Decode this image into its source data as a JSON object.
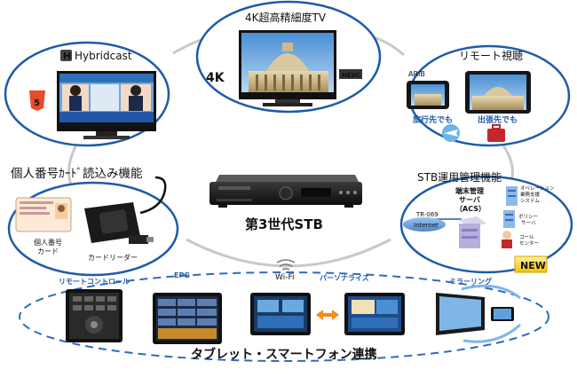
{
  "center": {
    "label": "第3世代STB"
  },
  "tv4k": {
    "title": "4K超高精細度TV",
    "badge": "4K",
    "codec": "HEVC"
  },
  "hybridcast": {
    "logo": "Hybridcast",
    "html5": "5"
  },
  "remote_view": {
    "title": "リモート視聴",
    "arib": "ARIB",
    "travel": "旅行先でも",
    "trip": "出張先でも"
  },
  "mynumber": {
    "title": "個人番号ｶｰﾄﾞ読込み機能",
    "card_label": "個人番号\nカード",
    "card_label_1": "個人番号",
    "card_label_2": "カード",
    "reader_label": "カードリーダー"
  },
  "stb_mgmt": {
    "title": "STB運用管理機能",
    "tr069": "TR-069",
    "internet": "Internet",
    "acs_1": "端末管理",
    "acs_2": "サーバ",
    "acs_3": "（ACS）",
    "ops_1": "オペレーション",
    "ops_2": "業務支援",
    "ops_3": "システム",
    "policy_1": "ポリシー",
    "policy_2": "サーバ",
    "call_1": "コール",
    "call_2": "センター",
    "new_badge": "NEW"
  },
  "bottom": {
    "wifi": "Wi-Fi",
    "remote_control": "リモートコントロール",
    "epg": "EPG",
    "personalize": "パーソナライズ",
    "mirroring": "ミラーリング",
    "title": "タブレット・スマートフォン連携"
  }
}
